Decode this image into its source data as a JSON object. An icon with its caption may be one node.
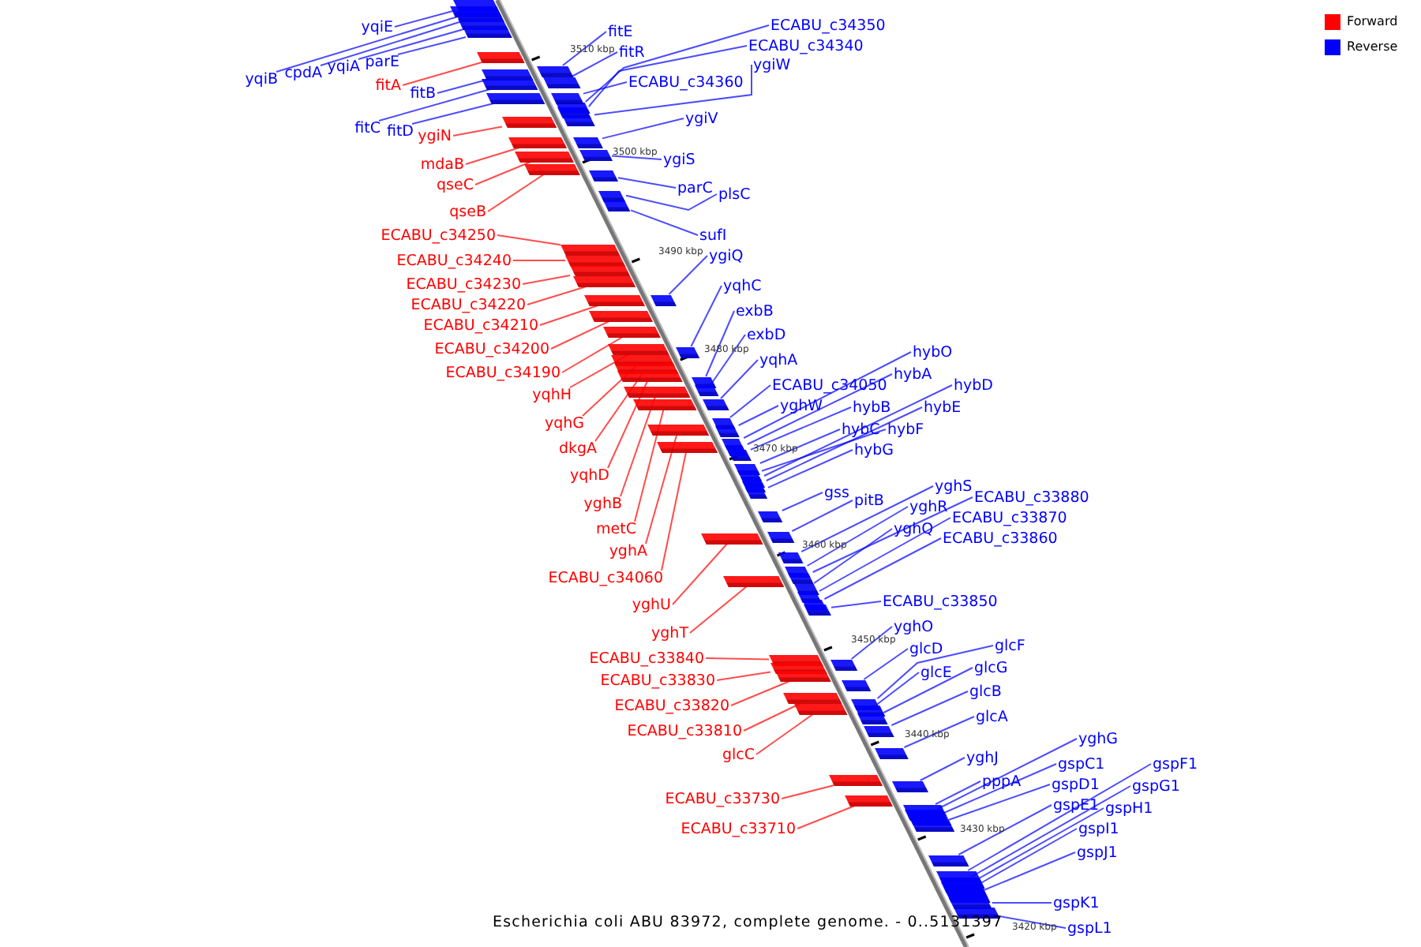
{
  "diagram": {
    "caption": "Escherichia coli ABU 83972, complete genome. - 0..5131397",
    "nodes": [
      {
        "text": [
          "yqiE"
        ]
      },
      {
        "text": [
          "yqiB"
        ]
      },
      {
        "text": [
          "cpdA"
        ]
      },
      {
        "text": [
          "yqiA"
        ]
      },
      {
        "text": [
          "parE"
        ]
      },
      {
        "text": [
          "fitA"
        ]
      },
      {
        "text": [
          "fitB"
        ]
      },
      {
        "text": [
          "fitC"
        ]
      },
      {
        "text": [
          "fitD"
        ]
      },
      {
        "text": [
          "ygiN"
        ]
      },
      {
        "text": [
          "mdaB"
        ]
      },
      {
        "text": [
          "qseC"
        ]
      },
      {
        "text": [
          "qseB"
        ]
      },
      {
        "text": [
          "ECABU_c34250"
        ]
      },
      {
        "text": [
          "ECABU_c34240"
        ]
      },
      {
        "text": [
          "ECABU_c34230"
        ]
      },
      {
        "text": [
          "ECABU_c34220"
        ]
      },
      {
        "text": [
          "ECABU_c34210"
        ]
      },
      {
        "text": [
          "ECABU_c34200"
        ]
      },
      {
        "text": [
          "ECABU_c34190"
        ]
      },
      {
        "text": [
          "yqhH"
        ]
      },
      {
        "text": [
          "yqhG"
        ]
      },
      {
        "text": [
          "dkgA"
        ]
      },
      {
        "text": [
          "yqhD"
        ]
      },
      {
        "text": [
          "yghB"
        ]
      },
      {
        "text": [
          "metC"
        ]
      },
      {
        "text": [
          "yghA"
        ]
      },
      {
        "text": [
          "ECABU_c34060"
        ]
      },
      {
        "text": [
          "yghU"
        ]
      },
      {
        "text": [
          "yghT"
        ]
      },
      {
        "text": [
          "ECABU_c33840"
        ]
      },
      {
        "text": [
          "ECABU_c33830"
        ]
      },
      {
        "text": [
          "ECABU_c33820"
        ]
      },
      {
        "text": [
          "ECABU_c33810"
        ]
      },
      {
        "text": [
          "glcC"
        ]
      },
      {
        "text": [
          "ECABU_c33730"
        ]
      },
      {
        "text": [
          "ECABU_c33710"
        ]
      },
      {
        "text": [
          "fitE"
        ]
      },
      {
        "text": [
          "fitR"
        ]
      },
      {
        "text": [
          "ECABU_c34350"
        ]
      },
      {
        "text": [
          "ECABU_c34340"
        ]
      },
      {
        "text": [
          "ECABU_c34360"
        ]
      },
      {
        "text": [
          "ygiW"
        ]
      },
      {
        "text": [
          "ygiV"
        ]
      },
      {
        "text": [
          "ygiS"
        ]
      },
      {
        "text": [
          "parC"
        ]
      },
      {
        "text": [
          "plsC"
        ]
      },
      {
        "text": [
          "sufI"
        ]
      },
      {
        "text": [
          "ygiQ"
        ]
      },
      {
        "text": [
          "yqhC"
        ]
      },
      {
        "text": [
          "exbB"
        ]
      },
      {
        "text": [
          "exbD"
        ]
      },
      {
        "text": [
          "yqhA"
        ]
      },
      {
        "text": [
          "ECABU_c34050"
        ]
      },
      {
        "text": [
          "yghW"
        ]
      },
      {
        "text": [
          "hybO"
        ]
      },
      {
        "text": [
          "hybA"
        ]
      },
      {
        "text": [
          "hybB"
        ]
      },
      {
        "text": [
          "hybC"
        ]
      },
      {
        "text": [
          "hybF"
        ]
      },
      {
        "text": [
          "hybD"
        ]
      },
      {
        "text": [
          "hybE"
        ]
      },
      {
        "text": [
          "hybG"
        ]
      },
      {
        "text": [
          "gss"
        ]
      },
      {
        "text": [
          "pitB"
        ]
      },
      {
        "text": [
          "yghS"
        ]
      },
      {
        "text": [
          "yghR"
        ]
      },
      {
        "text": [
          "ECABU_c33880"
        ]
      },
      {
        "text": [
          "yghQ"
        ]
      },
      {
        "text": [
          "ECABU_c33870"
        ]
      },
      {
        "text": [
          "ECABU_c33860"
        ]
      },
      {
        "text": [
          "ECABU_c33850"
        ]
      },
      {
        "text": [
          "yghO"
        ]
      },
      {
        "text": [
          "glcD"
        ]
      },
      {
        "text": [
          "glcF"
        ]
      },
      {
        "text": [
          "glcE"
        ]
      },
      {
        "text": [
          "glcG"
        ]
      },
      {
        "text": [
          "glcB"
        ]
      },
      {
        "text": [
          "glcA"
        ]
      },
      {
        "text": [
          "yghJ"
        ]
      },
      {
        "text": [
          "pppA"
        ]
      },
      {
        "text": [
          "yghG"
        ]
      },
      {
        "text": [
          "gspC1"
        ]
      },
      {
        "text": [
          "gspD1"
        ]
      },
      {
        "text": [
          "gspE1"
        ]
      },
      {
        "text": [
          "gspF1"
        ]
      },
      {
        "text": [
          "gspG1"
        ]
      },
      {
        "text": [
          "gspH1"
        ]
      },
      {
        "text": [
          "gspI1"
        ]
      },
      {
        "text": [
          "gspJ1"
        ]
      },
      {
        "text": [
          "gspK1"
        ]
      },
      {
        "text": [
          "gspL1"
        ]
      },
      {
        "text": [],
        "shape": "bar"
      },
      {
        "text": [],
        "shape": "bar"
      },
      {
        "text": [],
        "shape": "bar"
      },
      {
        "text": [],
        "shape": "bar"
      },
      {
        "text": [],
        "shape": "bar"
      },
      {
        "text": [],
        "shape": "bar"
      },
      {
        "text": [],
        "shape": "bar"
      },
      {
        "text": [],
        "shape": "bar"
      },
      {
        "text": [],
        "shape": "bar"
      },
      {
        "text": [],
        "shape": "bar"
      },
      {
        "text": [],
        "shape": "bar"
      },
      {
        "text": [],
        "shape": "bar"
      },
      {
        "text": [],
        "shape": "bar"
      },
      {
        "text": [],
        "shape": "bar"
      },
      {
        "text": [],
        "shape": "bar"
      },
      {
        "text": [],
        "shape": "bar"
      },
      {
        "text": [],
        "shape": "bar"
      },
      {
        "text": [],
        "shape": "bar"
      },
      {
        "text": [],
        "shape": "bar"
      },
      {
        "text": [],
        "shape": "bar"
      },
      {
        "text": [],
        "shape": "bar"
      },
      {
        "text": [],
        "shape": "bar"
      },
      {
        "text": [],
        "shape": "bar"
      },
      {
        "text": [],
        "shape": "bar"
      },
      {
        "text": [],
        "shape": "bar"
      },
      {
        "text": [],
        "shape": "bar"
      },
      {
        "text": [],
        "shape": "bar"
      },
      {
        "text": [],
        "shape": "bar"
      },
      {
        "text": [],
        "shape": "bar"
      },
      {
        "text": [],
        "shape": "bar"
      },
      {
        "text": [],
        "shape": "bar"
      },
      {
        "text": [],
        "shape": "bar"
      },
      {
        "text": [],
        "shape": "bar"
      },
      {
        "text": [],
        "shape": "bar"
      },
      {
        "text": [],
        "shape": "bar"
      },
      {
        "text": [],
        "shape": "bar"
      },
      {
        "text": [],
        "shape": "bar"
      },
      {
        "text": [],
        "shape": "bar"
      },
      {
        "text": [],
        "shape": "bar"
      },
      {
        "text": [],
        "shape": "bar"
      },
      {
        "text": [],
        "shape": "bar"
      },
      {
        "text": [],
        "shape": "bar"
      },
      {
        "text": [],
        "shape": "bar"
      },
      {
        "text": [],
        "shape": "bar"
      },
      {
        "text": [],
        "shape": "bar"
      },
      {
        "text": [],
        "shape": "bar"
      },
      {
        "text": [],
        "shape": "bar"
      },
      {
        "text": [],
        "shape": "bar"
      },
      {
        "text": [],
        "shape": "bar"
      },
      {
        "text": [],
        "shape": "bar"
      },
      {
        "text": [],
        "shape": "bar"
      },
      {
        "text": [],
        "shape": "bar"
      },
      {
        "text": [],
        "shape": "bar"
      },
      {
        "text": [],
        "shape": "bar"
      },
      {
        "text": [],
        "shape": "bar"
      },
      {
        "text": [],
        "shape": "bar"
      },
      {
        "text": [],
        "shape": "bar"
      },
      {
        "text": [],
        "shape": "bar"
      },
      {
        "text": [],
        "shape": "bar"
      },
      {
        "text": [],
        "shape": "bar"
      },
      {
        "text": [],
        "shape": "bar"
      },
      {
        "text": [],
        "shape": "bar"
      },
      {
        "text": [],
        "shape": "bar"
      },
      {
        "text": [],
        "shape": "bar"
      },
      {
        "text": [],
        "shape": "bar"
      },
      {
        "text": [],
        "shape": "bar"
      },
      {
        "text": [],
        "shape": "bar"
      },
      {
        "text": [],
        "shape": "bar"
      },
      {
        "text": [],
        "shape": "bar"
      },
      {
        "text": [],
        "shape": "bar"
      },
      {
        "text": [],
        "shape": "bar"
      },
      {
        "text": [],
        "shape": "bar"
      },
      {
        "text": [],
        "shape": "bar"
      },
      {
        "text": [],
        "shape": "bar"
      },
      {
        "text": [],
        "shape": "bar"
      },
      {
        "text": [],
        "shape": "bar"
      },
      {
        "text": [],
        "shape": "bar"
      },
      {
        "text": [],
        "shape": "bar"
      },
      {
        "text": [],
        "shape": "bar"
      },
      {
        "text": [],
        "shape": "bar"
      },
      {
        "text": [],
        "shape": "bar"
      },
      {
        "text": [],
        "shape": "bar"
      },
      {
        "text": [],
        "shape": "bar"
      },
      {
        "text": [],
        "shape": "bar"
      },
      {
        "text": [],
        "shape": "bar"
      },
      {
        "text": [],
        "shape": "bar"
      },
      {
        "text": [],
        "shape": "bar"
      },
      {
        "text": [],
        "shape": "bar"
      },
      {
        "text": [],
        "shape": "bar"
      },
      {
        "text": [],
        "shape": "bar"
      },
      {
        "text": [],
        "shape": "bar"
      },
      {
        "text": [],
        "shape": "bar"
      }
    ],
    "edges": [
      {
        "from": 0,
        "to": 92,
        "arrow": "none"
      },
      {
        "from": 1,
        "to": 93,
        "arrow": "none"
      },
      {
        "from": 2,
        "to": 94,
        "arrow": "none"
      },
      {
        "from": 3,
        "to": 95,
        "arrow": "none"
      },
      {
        "from": 4,
        "to": 96,
        "arrow": "none"
      },
      {
        "from": 5,
        "to": 97,
        "arrow": "none",
        "color": "#ff0000"
      },
      {
        "from": 6,
        "to": 98,
        "arrow": "none"
      },
      {
        "from": 7,
        "to": 99,
        "arrow": "none"
      },
      {
        "from": 8,
        "to": 100,
        "arrow": "none"
      },
      {
        "from": 9,
        "to": 101,
        "arrow": "none",
        "color": "#ff0000"
      },
      {
        "from": 10,
        "to": 102,
        "arrow": "none",
        "color": "#ff0000"
      },
      {
        "from": 11,
        "to": 103,
        "arrow": "none",
        "color": "#ff0000"
      },
      {
        "from": 12,
        "to": 104,
        "arrow": "none",
        "color": "#ff0000"
      },
      {
        "from": 13,
        "to": 105,
        "arrow": "none",
        "color": "#ff0000"
      },
      {
        "from": 14,
        "to": 106,
        "arrow": "none",
        "color": "#ff0000"
      },
      {
        "from": 15,
        "to": 107,
        "arrow": "none",
        "color": "#ff0000"
      },
      {
        "from": 16,
        "to": 108,
        "arrow": "none",
        "color": "#ff0000"
      },
      {
        "from": 17,
        "to": 109,
        "arrow": "none",
        "color": "#ff0000"
      },
      {
        "from": 18,
        "to": 110,
        "arrow": "none",
        "color": "#ff0000"
      },
      {
        "from": 19,
        "to": 111,
        "arrow": "none",
        "color": "#ff0000"
      },
      {
        "from": 20,
        "to": 112,
        "arrow": "none",
        "color": "#ff0000"
      },
      {
        "from": 21,
        "to": 113,
        "arrow": "none",
        "color": "#ff0000"
      },
      {
        "from": 22,
        "to": 114,
        "arrow": "none",
        "color": "#ff0000"
      },
      {
        "from": 23,
        "to": 115,
        "arrow": "none",
        "color": "#ff0000"
      },
      {
        "from": 24,
        "to": 116,
        "arrow": "none",
        "color": "#ff0000"
      },
      {
        "from": 25,
        "to": 117,
        "arrow": "none",
        "color": "#ff0000"
      },
      {
        "from": 26,
        "to": 118,
        "arrow": "none",
        "color": "#ff0000"
      },
      {
        "from": 27,
        "to": 119,
        "arrow": "none",
        "color": "#ff0000"
      },
      {
        "from": 28,
        "to": 120,
        "arrow": "none",
        "color": "#ff0000"
      },
      {
        "from": 29,
        "to": 121,
        "arrow": "none",
        "color": "#ff0000"
      },
      {
        "from": 30,
        "to": 122,
        "arrow": "none",
        "color": "#ff0000"
      },
      {
        "from": 31,
        "to": 123,
        "arrow": "none",
        "color": "#ff0000"
      },
      {
        "from": 32,
        "to": 124,
        "arrow": "none",
        "color": "#ff0000"
      },
      {
        "from": 33,
        "to": 125,
        "arrow": "none",
        "color": "#ff0000"
      },
      {
        "from": 34,
        "to": 126,
        "arrow": "none",
        "color": "#ff0000"
      },
      {
        "from": 35,
        "to": 127,
        "arrow": "none",
        "color": "#ff0000"
      },
      {
        "from": 36,
        "to": 128,
        "arrow": "none",
        "color": "#ff0000"
      },
      {
        "from": 37,
        "to": 129,
        "arrow": "none"
      },
      {
        "from": 38,
        "to": 130,
        "arrow": "none"
      },
      {
        "from": 39,
        "to": 131,
        "arrow": "none"
      },
      {
        "from": 40,
        "to": 132,
        "arrow": "none"
      },
      {
        "from": 41,
        "to": 133,
        "arrow": "none"
      },
      {
        "from": 42,
        "to": 134,
        "arrow": "none"
      },
      {
        "from": 43,
        "to": 135,
        "arrow": "none"
      },
      {
        "from": 44,
        "to": 136,
        "arrow": "none"
      },
      {
        "from": 45,
        "to": 137,
        "arrow": "none"
      },
      {
        "from": 46,
        "to": 138,
        "arrow": "none"
      },
      {
        "from": 47,
        "to": 139,
        "arrow": "none"
      },
      {
        "from": 48,
        "to": 140,
        "arrow": "none"
      },
      {
        "from": 49,
        "to": 141,
        "arrow": "none"
      },
      {
        "from": 50,
        "to": 142,
        "arrow": "none"
      },
      {
        "from": 51,
        "to": 143,
        "arrow": "none"
      },
      {
        "from": 52,
        "to": 144,
        "arrow": "none"
      },
      {
        "from": 53,
        "to": 145,
        "arrow": "none"
      },
      {
        "from": 54,
        "to": 146,
        "arrow": "none"
      },
      {
        "from": 55,
        "to": 147,
        "arrow": "none"
      },
      {
        "from": 56,
        "to": 148,
        "arrow": "none"
      },
      {
        "from": 57,
        "to": 149,
        "arrow": "none"
      },
      {
        "from": 58,
        "to": 150,
        "arrow": "none"
      },
      {
        "from": 59,
        "to": 151,
        "arrow": "none"
      },
      {
        "from": 60,
        "to": 152,
        "arrow": "none"
      },
      {
        "from": 61,
        "to": 153,
        "arrow": "none"
      },
      {
        "from": 62,
        "to": 154,
        "arrow": "none"
      },
      {
        "from": 63,
        "to": 155,
        "arrow": "none"
      },
      {
        "from": 64,
        "to": 156,
        "arrow": "none"
      },
      {
        "from": 65,
        "to": 157,
        "arrow": "none"
      },
      {
        "from": 66,
        "to": 158,
        "arrow": "none"
      },
      {
        "from": 67,
        "to": 159,
        "arrow": "none"
      },
      {
        "from": 68,
        "to": 160,
        "arrow": "none"
      },
      {
        "from": 69,
        "to": 161,
        "arrow": "none"
      },
      {
        "from": 70,
        "to": 162,
        "arrow": "none"
      },
      {
        "from": 71,
        "to": 163,
        "arrow": "none"
      },
      {
        "from": 72,
        "to": 164,
        "arrow": "none"
      },
      {
        "from": 73,
        "to": 165,
        "arrow": "none"
      },
      {
        "from": 74,
        "to": 166,
        "arrow": "none"
      },
      {
        "from": 75,
        "to": 167,
        "arrow": "none"
      },
      {
        "from": 76,
        "to": 168,
        "arrow": "none"
      },
      {
        "from": 77,
        "to": 169,
        "arrow": "none"
      },
      {
        "from": 78,
        "to": 170,
        "arrow": "none"
      },
      {
        "from": 79,
        "to": 171,
        "arrow": "none"
      },
      {
        "from": 80,
        "to": 172,
        "arrow": "none"
      },
      {
        "from": 81,
        "to": 173,
        "arrow": "none"
      },
      {
        "from": 82,
        "to": 174,
        "arrow": "none"
      },
      {
        "from": 83,
        "to": 175,
        "arrow": "none"
      },
      {
        "from": 84,
        "to": 176,
        "arrow": "none"
      },
      {
        "from": 85,
        "to": 177,
        "arrow": "none"
      },
      {
        "from": 86,
        "to": 178,
        "arrow": "none"
      },
      {
        "from": 87,
        "to": 179,
        "arrow": "none"
      },
      {
        "from": 88,
        "to": 180,
        "arrow": "none"
      },
      {
        "from": 89,
        "to": 181,
        "arrow": "none"
      },
      {
        "from": 90,
        "to": 182,
        "arrow": "none"
      },
      {
        "from": 91,
        "to": 183,
        "arrow": "none"
      }
    ],
    "labels": [
      "3510 kbp",
      "3500 kbp",
      "3490 kbp",
      "3480 kbp",
      "3470 kbp",
      "3460 kbp",
      "3450 kbp",
      "3440 kbp",
      "3430 kbp",
      "3420 kbp"
    ],
    "legend": [
      {
        "text": "Forward",
        "color": "#ff0000"
      },
      {
        "text": "Reverse",
        "color": "#0000ff"
      }
    ]
  }
}
